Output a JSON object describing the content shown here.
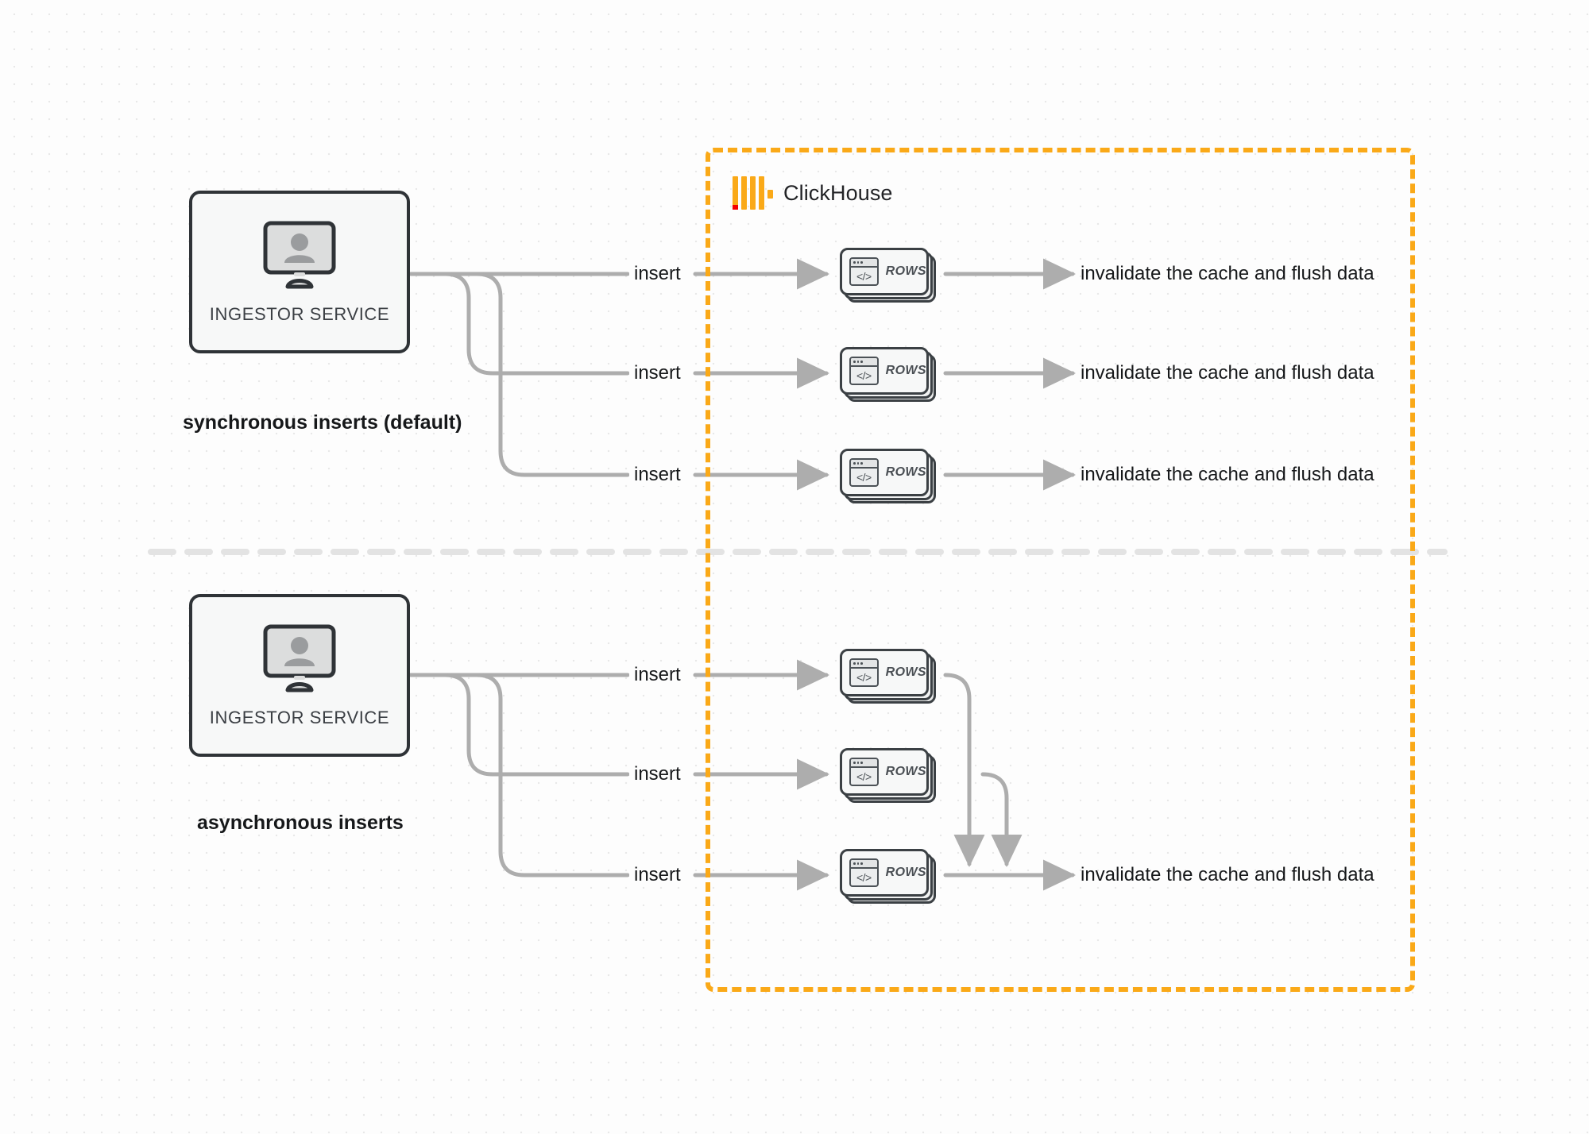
{
  "diagram": {
    "title": "ClickHouse synchronous vs asynchronous inserts",
    "colors": {
      "boundary_orange": "#FAA918",
      "logo_red": "#F40000",
      "edge_gray": "#ADADAD",
      "node_border": "#2F3337",
      "background": "#FDFDFD",
      "dot_grid": "#E8E8E8",
      "divider_gray": "#E2E2E2"
    },
    "boundary": {
      "name": "ClickHouse",
      "logo_icon": "clickhouse-logo-icon",
      "style": "dashed"
    },
    "divider": {
      "style": "dashed",
      "orientation": "horizontal"
    },
    "sections": [
      {
        "id": "synchronous",
        "caption": "synchronous inserts (default)",
        "source": {
          "label": "INGESTOR SERVICE",
          "icon": "monitor-user-icon"
        },
        "edges": [
          {
            "label": "insert",
            "target_label": "ROWS",
            "result": "invalidate the cache and flush data"
          },
          {
            "label": "insert",
            "target_label": "ROWS",
            "result": "invalidate the cache and flush data"
          },
          {
            "label": "insert",
            "target_label": "ROWS",
            "result": "invalidate the cache and flush data"
          }
        ]
      },
      {
        "id": "asynchronous",
        "caption": "asynchronous inserts",
        "source": {
          "label": "INGESTOR SERVICE",
          "icon": "monitor-user-icon"
        },
        "edges": [
          {
            "label": "insert",
            "target_label": "ROWS",
            "result": ""
          },
          {
            "label": "insert",
            "target_label": "ROWS",
            "result": ""
          },
          {
            "label": "insert",
            "target_label": "ROWS",
            "result": "invalidate the cache and flush data"
          }
        ],
        "merged_result": "invalidate the cache and flush data"
      }
    ],
    "node_icon_glyph": "</>"
  }
}
